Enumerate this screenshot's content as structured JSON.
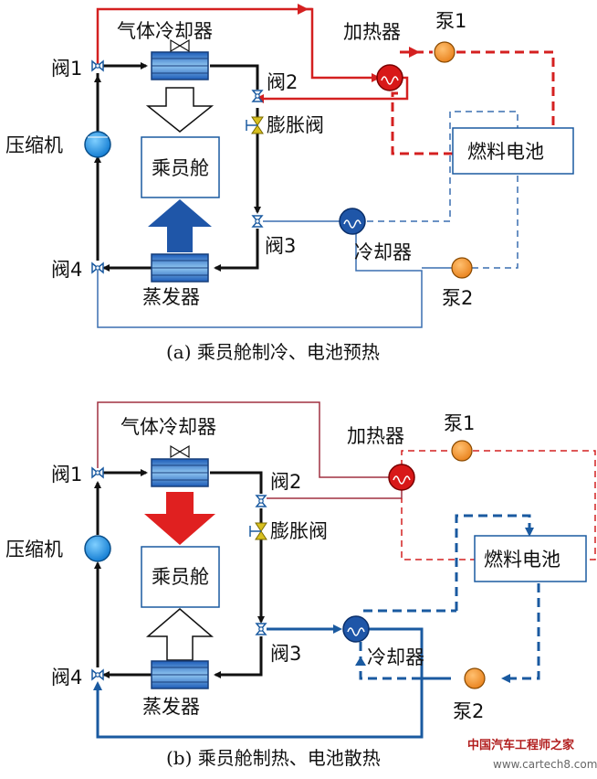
{
  "labels": {
    "gas_cooler": "气体冷却器",
    "heater": "加热器",
    "pump1": "泵1",
    "pump2": "泵2",
    "valve1": "阀1",
    "valve2": "阀2",
    "valve3": "阀3",
    "valve4": "阀4",
    "expansion_valve": "膨胀阀",
    "compressor": "压缩机",
    "cabin": "乘员舱",
    "fuel_cell": "燃料电池",
    "cooler": "冷却器",
    "evaporator": "蒸发器"
  },
  "captions": {
    "a": "(a) 乘员舱制冷、电池预热",
    "b": "(b) 乘员舱制热、电池散热"
  },
  "watermark": {
    "cn": "中国汽车工程师之家",
    "url": "www.cartech8.com"
  },
  "colors": {
    "refrigerant": "#111111",
    "hot_loop": "#d42020",
    "cool_loop": "#1a5aa0",
    "thin_line": "#3a6fb0",
    "red_arrow": "#e02020",
    "blue_arrow": "#1f56a8",
    "pump": "#f0902a",
    "compressor": "#1e8fe0",
    "heater": "#d81818"
  }
}
